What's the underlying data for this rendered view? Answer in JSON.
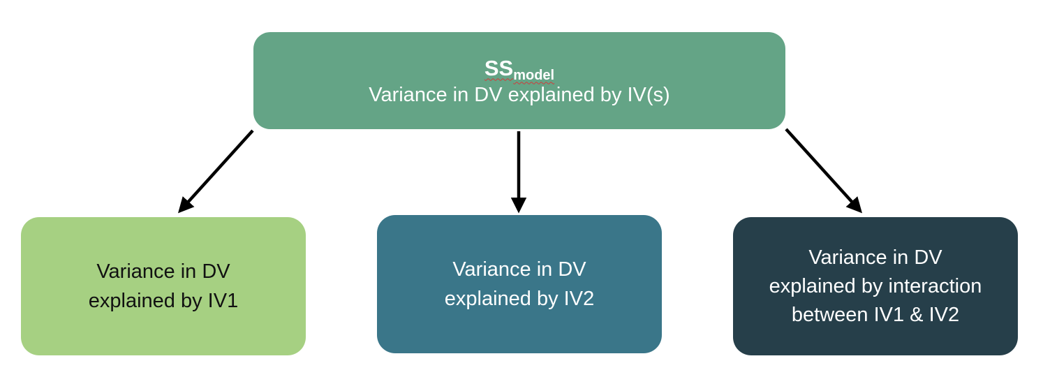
{
  "top_box": {
    "ss_main": "SS",
    "ss_sub": "model",
    "description": "Variance in DV explained by IV(s)",
    "color": "#64a486"
  },
  "box_iv1": {
    "line1": "Variance in DV",
    "line2": "explained by IV1",
    "color": "#a6d082"
  },
  "box_iv2": {
    "line1": "Variance in DV",
    "line2": "explained by IV2",
    "color": "#3a7689"
  },
  "box_interaction": {
    "line1": "Variance in DV",
    "line2": "explained by interaction",
    "line3": "between IV1 & IV2",
    "color": "#263f4a"
  }
}
